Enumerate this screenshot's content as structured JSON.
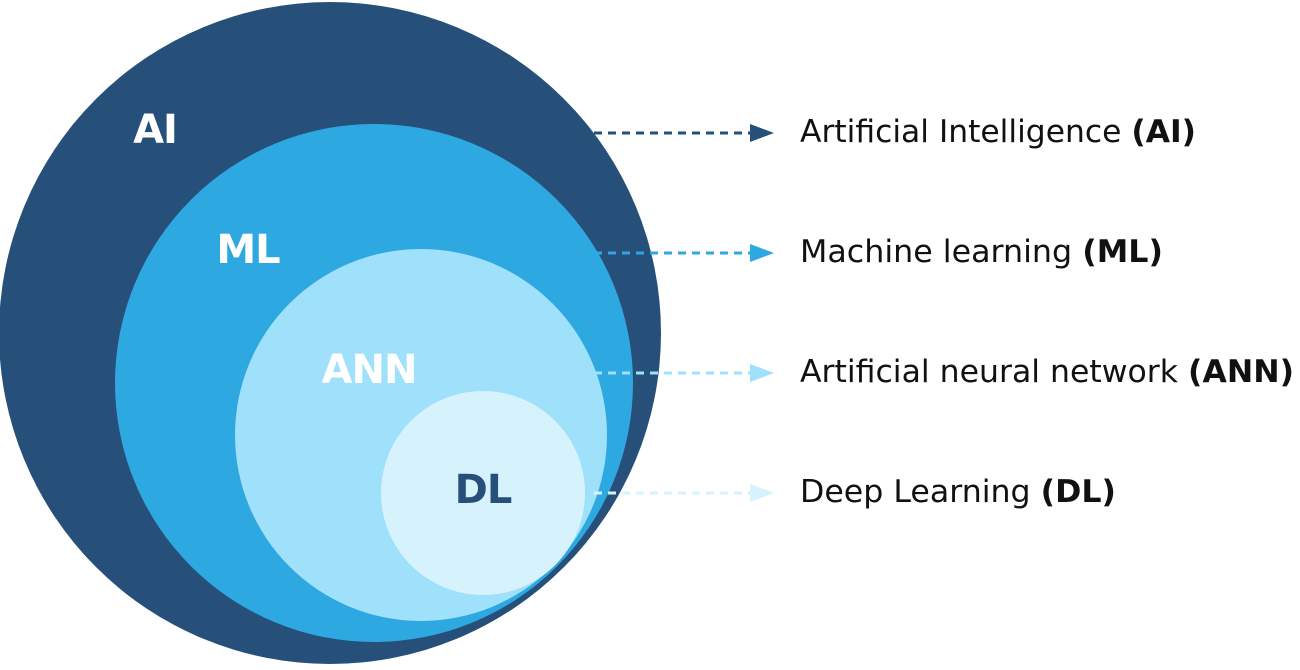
{
  "colors": {
    "ai": "#26507A",
    "ml": "#2EA8E1",
    "ann": "#9FE0FB",
    "dl": "#D6F3FD",
    "label_light": "#FFFFFF",
    "label_dark": "#26507A",
    "legend_text": "#111111"
  },
  "circles": {
    "ai": {
      "label": "AI"
    },
    "ml": {
      "label": "ML"
    },
    "ann": {
      "label": "ANN"
    },
    "dl": {
      "label": "DL"
    }
  },
  "legend": {
    "items": [
      {
        "key": "ai",
        "text": "Artificial Intelligence",
        "abbr": "(AI)"
      },
      {
        "key": "ml",
        "text": "Machine learning",
        "abbr": "(ML)"
      },
      {
        "key": "ann",
        "text": "Artificial neural network",
        "abbr": "(ANN)"
      },
      {
        "key": "dl",
        "text": "Deep Learning",
        "abbr": "(DL)"
      }
    ]
  }
}
